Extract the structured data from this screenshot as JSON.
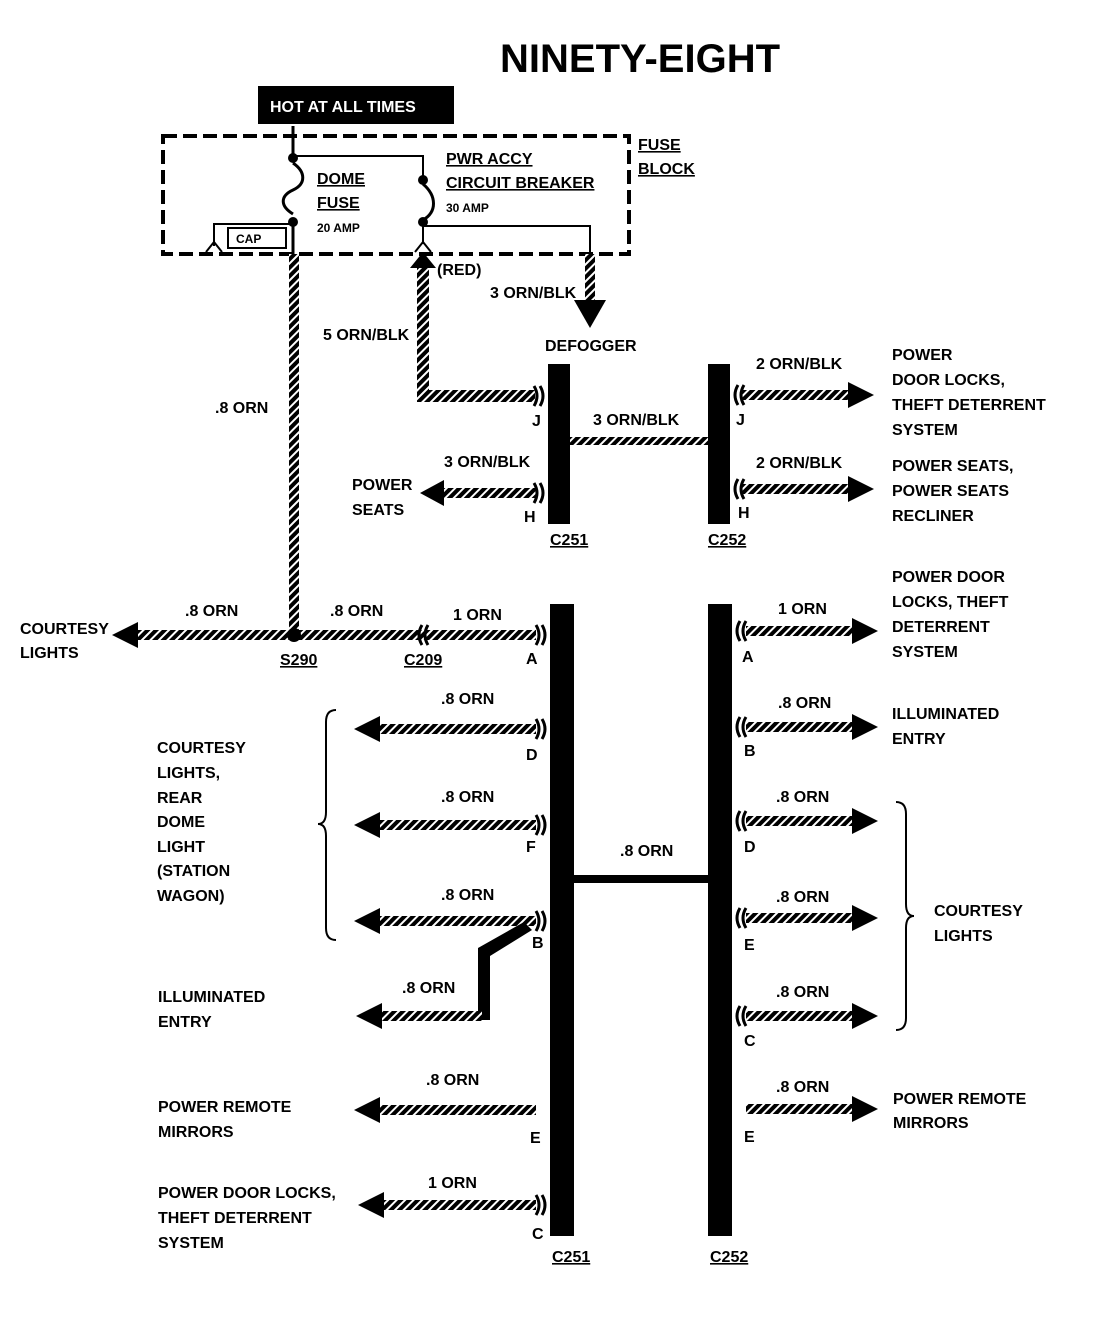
{
  "title": "NINETY-EIGHT",
  "hot_label": "HOT AT ALL TIMES",
  "fuse_block": {
    "line1": "FUSE",
    "line2": "BLOCK"
  },
  "dome_fuse": {
    "line1": "DOME",
    "line2": "FUSE",
    "rating": "20 AMP"
  },
  "breaker": {
    "line1": "PWR ACCY",
    "line2": "CIRCUIT BREAKER",
    "rating": "30 AMP"
  },
  "cap": "CAP",
  "red": "(RED)",
  "defogger": "DEFOGGER",
  "connectors": {
    "c251": "C251",
    "c252": "C252",
    "c209": "C209",
    "s290": "S290"
  },
  "pins": {
    "j": "J",
    "h": "H",
    "a": "A",
    "b": "B",
    "c": "C",
    "d": "D",
    "e": "E",
    "f": "F"
  },
  "wires": {
    "w3orn_blk": "3 ORN/BLK",
    "w5orn_blk": "5 ORN/BLK",
    "w2orn_blk": "2 ORN/BLK",
    "w08orn": ".8 ORN",
    "w1orn": "1 ORN"
  },
  "destinations": {
    "power_door_locks_theft": [
      "POWER",
      "DOOR LOCKS,",
      "THEFT DETERRENT",
      "SYSTEM"
    ],
    "power_seats_recliner": [
      "POWER SEATS,",
      "POWER SEATS",
      "RECLINER"
    ],
    "power_seats": [
      "POWER",
      "SEATS"
    ],
    "courtesy_lights": [
      "COURTESY",
      "LIGHTS"
    ],
    "power_door_locks_a": [
      "POWER DOOR",
      "LOCKS, THEFT",
      "DETERRENT",
      "SYSTEM"
    ],
    "illuminated_entry_right": [
      "ILLUMINATED",
      "ENTRY"
    ],
    "courtesy_rear_dome": [
      "COURTESY",
      "LIGHTS,",
      "REAR",
      "DOME",
      "LIGHT",
      "(STATION",
      "WAGON)"
    ],
    "courtesy_lights_right": [
      "COURTESY",
      "LIGHTS"
    ],
    "illuminated_entry_left": [
      "ILLUMINATED",
      "ENTRY"
    ],
    "power_remote_mirrors_left": [
      "POWER REMOTE",
      "MIRRORS"
    ],
    "power_remote_mirrors_right": [
      "POWER REMOTE",
      "MIRRORS"
    ],
    "power_door_locks_c": [
      "POWER DOOR LOCKS,",
      "THEFT DETERRENT",
      "SYSTEM"
    ]
  }
}
